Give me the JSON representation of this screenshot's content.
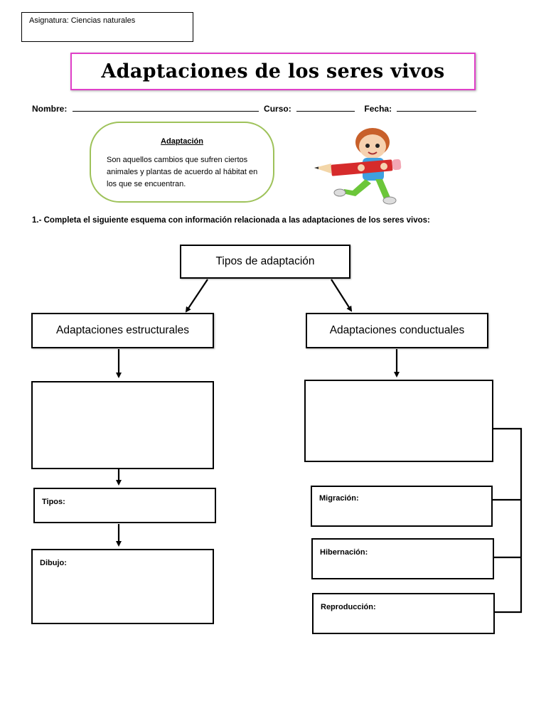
{
  "header": {
    "subject": "Asignatura: Ciencias naturales",
    "title": "Adaptaciones de los seres vivos"
  },
  "student_fields": {
    "name_label": "Nombre:",
    "course_label": "Curso:",
    "date_label": "Fecha:"
  },
  "definition": {
    "title": "Adaptación",
    "text": "Son aquellos cambios que sufren ciertos animales y plantas de acuerdo al hábitat en los que se encuentran."
  },
  "illustration": {
    "icon": "boy-with-pencil-icon",
    "colors": {
      "pencil": "#d62b2b",
      "shirt": "#3ea0e0",
      "pants": "#6cc63a",
      "hair": "#c8602a"
    }
  },
  "instruction": "1.- Completa el siguiente esquema con información relacionada a las adaptaciones de los seres vivos:",
  "diagram": {
    "root": "Tipos de adaptación",
    "left_branch": {
      "title": "Adaptaciones estructurales",
      "types_label": "Tipos:",
      "drawing_label": "Dibujo:"
    },
    "right_branch": {
      "title": "Adaptaciones conductuales",
      "items": [
        "Migración:",
        "Hibernación:",
        "Reproducción:"
      ]
    }
  },
  "accent_colors": {
    "title_border": "#e040c8",
    "definition_border": "#9ec25a"
  }
}
